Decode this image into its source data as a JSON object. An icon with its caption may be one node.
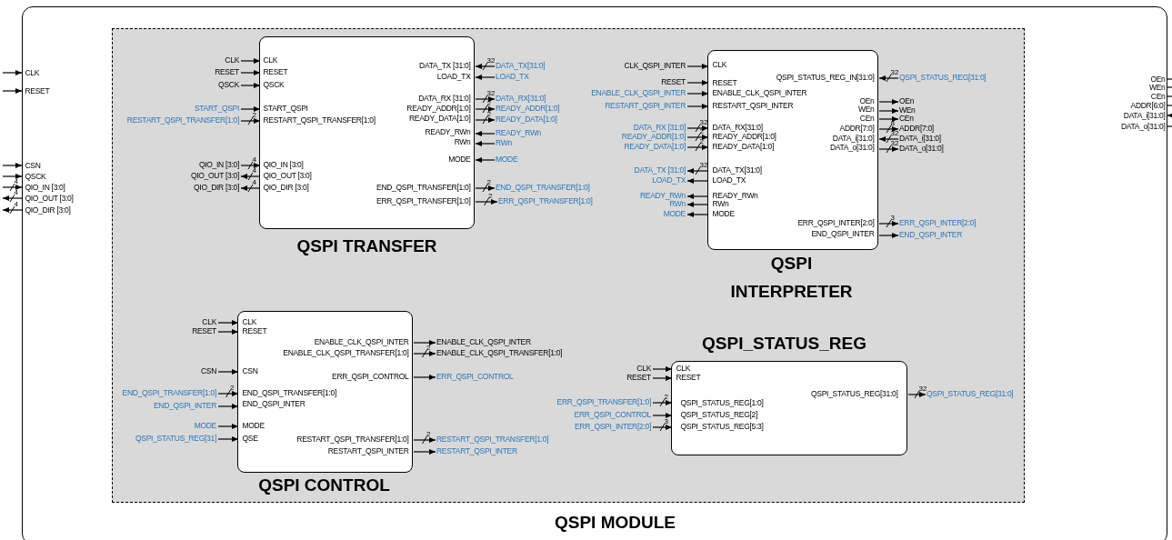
{
  "diagram": {
    "nodes": [
      {
        "text": [
          "QSPI MODULE",
          "CLK",
          "RESET",
          "CSN",
          "QSCK",
          "QIO_IN [3:0]",
          "QIO_OUT [3:0]",
          "QIO_DIR [3:0]",
          "OEn",
          "WEn",
          "CEn",
          "ADDR[6:0]",
          "DATA_i[31:0]",
          "DATA_o[31:0]"
        ]
      },
      {
        "text": [],
        "shape": "box",
        "in": 0
      },
      {
        "text": [
          "QSPI TRANSFER",
          "CLK",
          "RESET",
          "QSCK",
          "START_QSPI",
          "RESTART_QSPI_TRANSFER[1:0]",
          "QIO_IN [3:0]",
          "QIO_OUT [3:0]",
          "QIO_DIR [3:0]",
          "DATA_TX [31:0]",
          "LOAD_TX",
          "DATA_RX [31:0]",
          "READY_ADDR[1:0]",
          "READY_DATA[1:0]",
          "READY_RWn",
          "RWn",
          "MODE",
          "END_QSPI_TRANSFER[1:0]",
          "ERR_QSPI_TRANSFER[1:0]"
        ],
        "in": 1
      },
      {
        "text": [
          "QSPI INTERPRETER",
          "CLK",
          "RESET",
          "ENABLE_CLK_QSPI_INTER",
          "RESTART_QSPI_INTER",
          "DATA_RX[31:0]",
          "READY_ADDR[1:0]",
          "READY_DATA[1:0]",
          "DATA_TX[31:0]",
          "LOAD_TX",
          "READY_RWn",
          "RWn",
          "MODE",
          "QSPI_STATUS_REG_IN[31:0]",
          "OEn",
          "WEn",
          "CEn",
          "ADDR[7:0]",
          "DATA_i[31:0]",
          "DATA_o[31:0]",
          "ERR_QSPI_INTER[2:0]",
          "END_QSPI_INTER"
        ],
        "in": 1
      },
      {
        "text": [
          "QSPI CONTROL",
          "CLK",
          "RESET",
          "CSN",
          "END_QSPI_TRANSFER[1:0]",
          "END_QSPI_INTER",
          "MODE",
          "QSE",
          "ENABLE_CLK_QSPI_INTER",
          "ENABLE_CLK_QSPI_TRANSFER[1:0]",
          "ERR_QSPI_CONTROL",
          "RESTART_QSPI_TRANSFER[1:0]",
          "RESTART_QSPI_INTER"
        ],
        "in": 1
      },
      {
        "text": [
          "QSPI_STATUS_REG",
          "CLK",
          "RESET",
          "QSPI_STATUS_REG[1:0]",
          "QSPI_STATUS_REG[2]",
          "QSPI_STATUS_REG[5:3]",
          "QSPI_STATUS_REG[31:0]"
        ],
        "in": 1
      },
      {
        "text": [
          "CLK"
        ],
        "in": 1
      },
      {
        "text": [
          "RESET"
        ],
        "in": 1
      },
      {
        "text": [
          "QSCK"
        ],
        "in": 1
      },
      {
        "text": [
          "START_QSPI"
        ],
        "in": 1
      },
      {
        "text": [
          "RESTART_QSPI_TRANSFER[1:0]"
        ],
        "in": 1
      },
      {
        "text": [
          "QIO_IN [3:0]"
        ],
        "in": 1
      },
      {
        "text": [
          "QIO_OUT [3:0]"
        ],
        "in": 1
      },
      {
        "text": [
          "QIO_DIR [3:0]"
        ],
        "in": 1
      },
      {
        "text": [
          "DATA_TX[31:0]"
        ],
        "in": 1
      },
      {
        "text": [
          "LOAD_TX"
        ],
        "in": 1
      },
      {
        "text": [
          "DATA_RX[31:0]"
        ],
        "in": 1
      },
      {
        "text": [
          "READY_ADDR[1:0]"
        ],
        "in": 1
      },
      {
        "text": [
          "READY_DATA[1:0]"
        ],
        "in": 1
      },
      {
        "text": [
          "READY_RWn"
        ],
        "in": 1
      },
      {
        "text": [
          "RWn"
        ],
        "in": 1
      },
      {
        "text": [
          "MODE"
        ],
        "in": 1
      },
      {
        "text": [
          "END_QSPI_TRANSFER[1:0]"
        ],
        "in": 1
      },
      {
        "text": [
          "ERR_QSPI_TRANSFER[1:0]"
        ],
        "in": 1
      },
      {
        "text": [
          "CLK_QSPI_INTER"
        ],
        "in": 1
      },
      {
        "text": [
          "RESET"
        ],
        "in": 1
      },
      {
        "text": [
          "ENABLE_CLK_QSPI_INTER"
        ],
        "in": 1
      },
      {
        "text": [
          "RESTART_QSPI_INTER"
        ],
        "in": 1
      },
      {
        "text": [
          "DATA_RX [31:0]"
        ],
        "in": 1
      },
      {
        "text": [
          "READY_ADDR[1:0]"
        ],
        "in": 1
      },
      {
        "text": [
          "READY_DATA[1:0]"
        ],
        "in": 1
      },
      {
        "text": [
          "DATA_TX [31:0]"
        ],
        "in": 1
      },
      {
        "text": [
          "LOAD_TX"
        ],
        "in": 1
      },
      {
        "text": [
          "READY_RWn"
        ],
        "in": 1
      },
      {
        "text": [
          "RWn"
        ],
        "in": 1
      },
      {
        "text": [
          "MODE"
        ],
        "in": 1
      },
      {
        "text": [
          "QSPI_STATUS_REG[31:0]"
        ],
        "in": 1
      },
      {
        "text": [
          "OEn"
        ],
        "in": 1
      },
      {
        "text": [
          "WEn"
        ],
        "in": 1
      },
      {
        "text": [
          "CEn"
        ],
        "in": 1
      },
      {
        "text": [
          "ADDR[7:0]"
        ],
        "in": 1
      },
      {
        "text": [
          "DATA_i[31:0]"
        ],
        "in": 1
      },
      {
        "text": [
          "DATA_o[31:0]"
        ],
        "in": 1
      },
      {
        "text": [
          "ERR_QSPI_INTER[2:0]"
        ],
        "in": 1
      },
      {
        "text": [
          "END_QSPI_INTER"
        ],
        "in": 1
      },
      {
        "text": [
          "CLK"
        ],
        "in": 1
      },
      {
        "text": [
          "RESET"
        ],
        "in": 1
      },
      {
        "text": [
          "CSN"
        ],
        "in": 1
      },
      {
        "text": [
          "END_QSPI_TRANSFER[1:0]"
        ],
        "in": 1
      },
      {
        "text": [
          "END_QSPI_INTER"
        ],
        "in": 1
      },
      {
        "text": [
          "MODE"
        ],
        "in": 1
      },
      {
        "text": [
          "QSPI_STATUS_REG[31]"
        ],
        "in": 1
      },
      {
        "text": [
          "ENABLE_CLK_QSPI_INTER"
        ],
        "in": 1
      },
      {
        "text": [
          "ENABLE_CLK_QSPI_TRANSFER[1:0]"
        ],
        "in": 1
      },
      {
        "text": [
          "ERR_QSPI_CONTROL"
        ],
        "in": 1
      },
      {
        "text": [
          "RESTART_QSPI_TRANSFER[1:0]"
        ],
        "in": 1
      },
      {
        "text": [
          "RESTART_QSPI_INTER"
        ],
        "in": 1
      },
      {
        "text": [
          "CLK"
        ],
        "in": 1
      },
      {
        "text": [
          "RESET"
        ],
        "in": 1
      },
      {
        "text": [
          "ERR_QSPI_TRANSFER[1:0]"
        ],
        "in": 1
      },
      {
        "text": [
          "ERR_QSPI_CONTROL"
        ],
        "in": 1
      },
      {
        "text": [
          "ERR_QSPI_INTER[2:0]"
        ],
        "in": 1
      },
      {
        "text": [
          "QSPI_STATUS_REG[31:0]"
        ],
        "in": 1
      }
    ],
    "edges": [
      {
        "from": null,
        "to": 0,
        "arrow": "to"
      },
      {
        "from": null,
        "to": 0,
        "arrow": "to"
      },
      {
        "from": null,
        "to": 0,
        "arrow": "to"
      },
      {
        "from": null,
        "to": 0,
        "arrow": "to"
      },
      {
        "from": null,
        "to": 0,
        "arrow": "to",
        "label": "4"
      },
      {
        "from": 0,
        "to": null,
        "arrow": "to",
        "label": "4"
      },
      {
        "from": 0,
        "to": null,
        "arrow": "to",
        "label": "4"
      },
      {
        "from": 0,
        "to": null,
        "arrow": "none"
      },
      {
        "from": 0,
        "to": null,
        "arrow": "none"
      },
      {
        "from": 0,
        "to": null,
        "arrow": "none"
      },
      {
        "from": 0,
        "to": null,
        "arrow": "none"
      },
      {
        "from": null,
        "to": 0,
        "arrow": "to"
      },
      {
        "from": 0,
        "to": null,
        "arrow": "none"
      },
      {
        "from": 6,
        "to": 2,
        "arrow": "to"
      },
      {
        "from": 7,
        "to": 2,
        "arrow": "to"
      },
      {
        "from": 8,
        "to": 2,
        "arrow": "to"
      },
      {
        "from": 9,
        "to": 2,
        "arrow": "to"
      },
      {
        "from": 10,
        "to": 2,
        "arrow": "to",
        "label": "2"
      },
      {
        "from": 11,
        "to": 2,
        "arrow": "to",
        "label": "4"
      },
      {
        "from": 2,
        "to": 12,
        "arrow": "to",
        "label": "4"
      },
      {
        "from": 2,
        "to": 13,
        "arrow": "to",
        "label": "4"
      },
      {
        "from": 14,
        "to": 2,
        "arrow": "to",
        "label": "32"
      },
      {
        "from": 15,
        "to": 2,
        "arrow": "to"
      },
      {
        "from": 2,
        "to": 16,
        "arrow": "to",
        "label": "32"
      },
      {
        "from": 2,
        "to": 17,
        "arrow": "to",
        "label": "2"
      },
      {
        "from": 2,
        "to": 18,
        "arrow": "to",
        "label": "2"
      },
      {
        "from": 19,
        "to": 2,
        "arrow": "to"
      },
      {
        "from": 20,
        "to": 2,
        "arrow": "to"
      },
      {
        "from": 21,
        "to": 2,
        "arrow": "to"
      },
      {
        "from": 2,
        "to": 22,
        "arrow": "to",
        "label": "2"
      },
      {
        "from": 2,
        "to": 23,
        "arrow": "to",
        "label": "2"
      },
      {
        "from": 24,
        "to": 3,
        "arrow": "to"
      },
      {
        "from": 25,
        "to": 3,
        "arrow": "to"
      },
      {
        "from": 26,
        "to": 3,
        "arrow": "to"
      },
      {
        "from": 27,
        "to": 3,
        "arrow": "to"
      },
      {
        "from": 28,
        "to": 3,
        "arrow": "to",
        "label": "32"
      },
      {
        "from": 29,
        "to": 3,
        "arrow": "to",
        "label": "2"
      },
      {
        "from": 30,
        "to": 3,
        "arrow": "to",
        "label": "2"
      },
      {
        "from": 3,
        "to": 31,
        "arrow": "to",
        "label": "32"
      },
      {
        "from": 3,
        "to": 32,
        "arrow": "to"
      },
      {
        "from": 3,
        "to": 33,
        "arrow": "to"
      },
      {
        "from": 3,
        "to": 34,
        "arrow": "to"
      },
      {
        "from": 3,
        "to": 35,
        "arrow": "to"
      },
      {
        "from": 36,
        "to": 3,
        "arrow": "to",
        "label": "32"
      },
      {
        "from": 3,
        "to": 37,
        "arrow": "to"
      },
      {
        "from": 3,
        "to": 38,
        "arrow": "to"
      },
      {
        "from": 3,
        "to": 39,
        "arrow": "to"
      },
      {
        "from": 3,
        "to": 40,
        "arrow": "to",
        "label": "8"
      },
      {
        "from": 41,
        "to": 3,
        "arrow": "to",
        "label": "32"
      },
      {
        "from": 3,
        "to": 42,
        "arrow": "to",
        "label": "32"
      },
      {
        "from": 3,
        "to": 43,
        "arrow": "to",
        "label": "3"
      },
      {
        "from": 3,
        "to": 44,
        "arrow": "to"
      },
      {
        "from": 45,
        "to": 4,
        "arrow": "to"
      },
      {
        "from": 46,
        "to": 4,
        "arrow": "to"
      },
      {
        "from": 47,
        "to": 4,
        "arrow": "to"
      },
      {
        "from": 48,
        "to": 4,
        "arrow": "to",
        "label": "2"
      },
      {
        "from": 49,
        "to": 4,
        "arrow": "to"
      },
      {
        "from": 50,
        "to": 4,
        "arrow": "to"
      },
      {
        "from": 51,
        "to": 4,
        "arrow": "to"
      },
      {
        "from": 4,
        "to": 52,
        "arrow": "to"
      },
      {
        "from": 4,
        "to": 53,
        "arrow": "to",
        "label": "2"
      },
      {
        "from": 4,
        "to": 54,
        "arrow": "to"
      },
      {
        "from": 4,
        "to": 55,
        "arrow": "to",
        "label": "2"
      },
      {
        "from": 4,
        "to": 56,
        "arrow": "to"
      },
      {
        "from": 57,
        "to": 5,
        "arrow": "to"
      },
      {
        "from": 58,
        "to": 5,
        "arrow": "to"
      },
      {
        "from": 59,
        "to": 5,
        "arrow": "to",
        "label": "2"
      },
      {
        "from": 60,
        "to": 5,
        "arrow": "to"
      },
      {
        "from": 61,
        "to": 5,
        "arrow": "to",
        "label": "3"
      },
      {
        "from": 5,
        "to": 62,
        "arrow": "to",
        "label": "32"
      }
    ]
  }
}
